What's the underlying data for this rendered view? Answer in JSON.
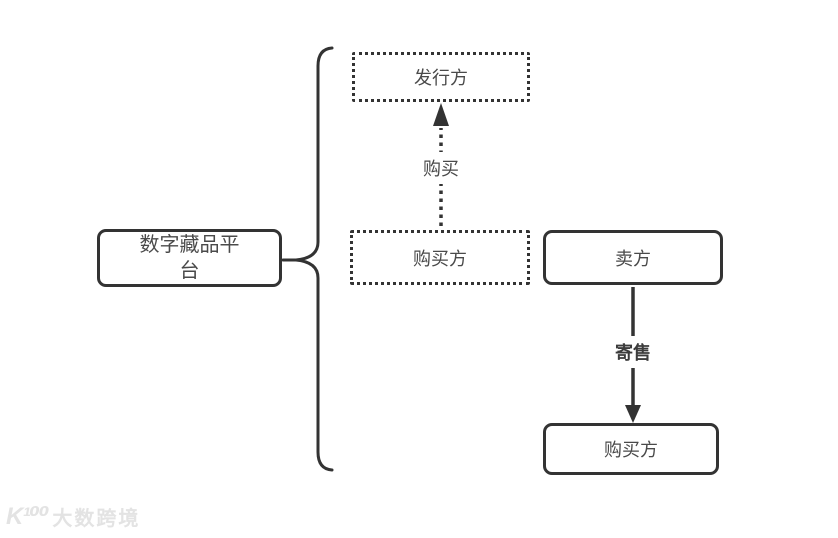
{
  "colors": {
    "stroke": "#333333",
    "text": "#4a4a4a",
    "watermark": "#e3e3e3",
    "background": "#ffffff"
  },
  "platform": {
    "label": "数字藏品平台"
  },
  "nodes": {
    "issuer": {
      "label": "发行方",
      "border_style": "dotted"
    },
    "primary_buyer": {
      "label": "购买方",
      "border_style": "dotted"
    },
    "seller": {
      "label": "卖方",
      "border_style": "solid"
    },
    "secondary_buyer": {
      "label": "购买方",
      "border_style": "solid"
    }
  },
  "edges": {
    "purchase": {
      "label": "购买",
      "from": "primary_buyer",
      "to": "issuer",
      "line_style": "dotted",
      "direction": "up"
    },
    "consignment": {
      "label": "寄售",
      "from": "seller",
      "to": "secondary_buyer",
      "line_style": "solid",
      "direction": "down"
    }
  },
  "watermark": {
    "logo": "K¹⁰⁰",
    "text": "大数跨境"
  }
}
